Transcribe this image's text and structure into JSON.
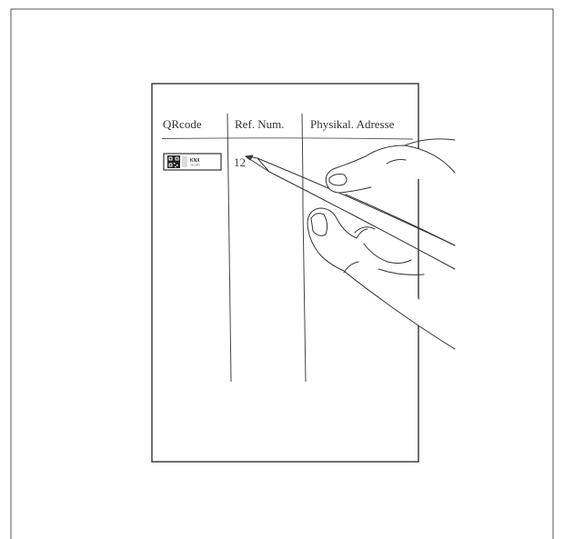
{
  "table": {
    "headers": [
      "QRcode",
      "Ref. Num.",
      "Physikal. Adresse"
    ],
    "ref_num_value": "12"
  },
  "sticker": {
    "logo_text": "KNX",
    "sub_text": "SECURE"
  },
  "colors": {
    "line": "#444444",
    "sheet_border": "#333333",
    "outer_border": "#555555"
  },
  "icons": {
    "qr": "qr-code-icon",
    "hand": "writing-hand-illustration",
    "pen": "pencil-icon"
  }
}
